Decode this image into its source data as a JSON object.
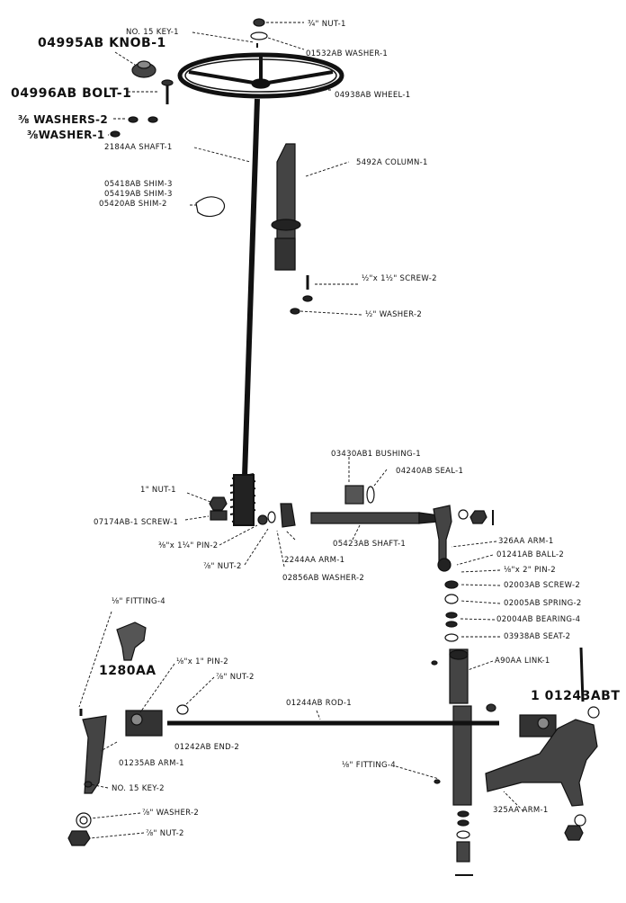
{
  "labels": {
    "key_top": "NO. 15 KEY-1",
    "nut_top": "¾\" NUT-1",
    "washer_01532": "01532AB WASHER-1",
    "knob": "04995AB  KNOB-1",
    "bolt": "04996AB BOLT-1",
    "washers_38": "⅜ WASHERS-2",
    "washer_38": "⅜WASHER-1",
    "wheel": "04938AB WHEEL-1",
    "shaft_2184": "2184AA SHAFT-1",
    "column": "5492A COLUMN-1",
    "shim_1": "05418AB SHIM-3",
    "shim_2": "05419AB SHIM-3",
    "shim_3": "05420AB SHIM-2",
    "screw_half": "½\"x 1½\" SCREW-2",
    "washer_half": "½\" WASHER-2",
    "bushing": "03430AB1 BUSHING-1",
    "seal": "04240AB SEAL-1",
    "nut_1in": "1\" NUT-1",
    "screw_07174": "07174AB-1 SCREW-1",
    "pin_3_8": "⅜\"x 1¼\" PIN-2",
    "nut_7_8": "⅞\" NUT-2",
    "shaft_05423": "05423AB SHAFT-1",
    "arm_2244": "2244AA ARM-1",
    "washer_02856": "02856AB WASHER-2",
    "arm_326": "326AA ARM-1",
    "ball": "01241AB  BALL-2",
    "pin_1_8x2": "⅛\"x 2\" PIN-2",
    "screw_02003": "02003AB SCREW-2",
    "spring": "02005AB SPRING-2",
    "bearing": "02004AB BEARING-4",
    "seat": "03938AB SEAT-2",
    "link": "A90AA LINK-1",
    "fitting_top": "⅛\" FITTING-4",
    "pin_1_8x1": "⅛\"x 1\" PIN-2",
    "part_1280": "1280AA",
    "nut_7_8b": "⅞\" NUT-2",
    "rod": "01244AB ROD-1",
    "part_01243": "1  01243ABT",
    "end": "01242AB END-2",
    "arm_01235": "01235AB ARM-1",
    "fitting_bottom": "⅛\" FITTING-4",
    "key_bottom": "NO. 15 KEY-2",
    "washer_7_8": "⅞\" WASHER-2",
    "nut_7_8c": "⅞\" NUT-2",
    "arm_325": "325AA ARM-1"
  },
  "colors": {
    "ink": "#111111",
    "paper": "#ffffff",
    "shade": "#555555"
  }
}
